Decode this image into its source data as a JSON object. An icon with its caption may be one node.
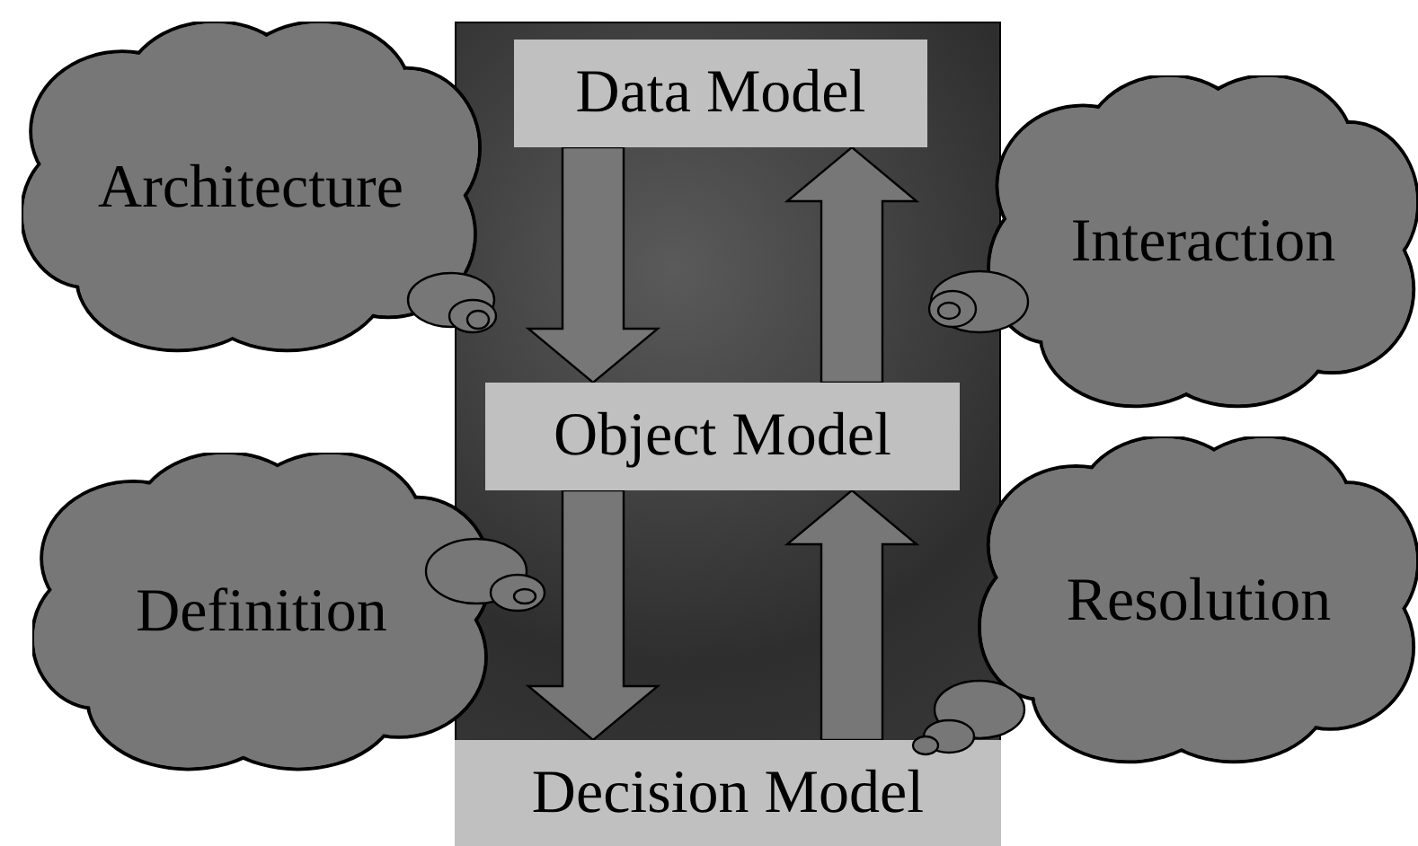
{
  "diagram": {
    "nodes": [
      {
        "text": [
          "Data Model"
        ]
      },
      {
        "text": [
          "Object Model"
        ]
      },
      {
        "text": [
          "Decision Model"
        ]
      },
      {
        "text": [
          "Architecture"
        ]
      },
      {
        "text": [
          "Interaction"
        ]
      },
      {
        "text": [
          "Definition"
        ]
      },
      {
        "text": [
          "Resolution"
        ]
      }
    ],
    "edges": [
      {
        "from": 0,
        "to": 1,
        "arrow": "to"
      },
      {
        "from": 1,
        "to": 0,
        "arrow": "to"
      },
      {
        "from": 1,
        "to": 2,
        "arrow": "to"
      },
      {
        "from": 2,
        "to": 1,
        "arrow": "to"
      }
    ]
  }
}
